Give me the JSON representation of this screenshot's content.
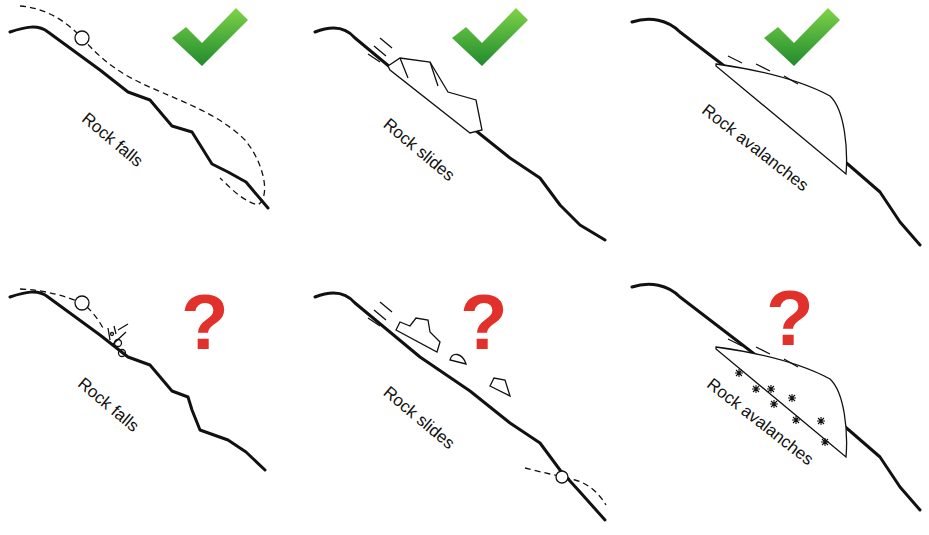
{
  "diagram": {
    "labels": [
      "Rock falls",
      "Rock slides",
      "Rock avalanches",
      "?",
      "?",
      "?",
      "Rock falls",
      "Rock slides",
      "Rock avalanches"
    ]
  }
}
